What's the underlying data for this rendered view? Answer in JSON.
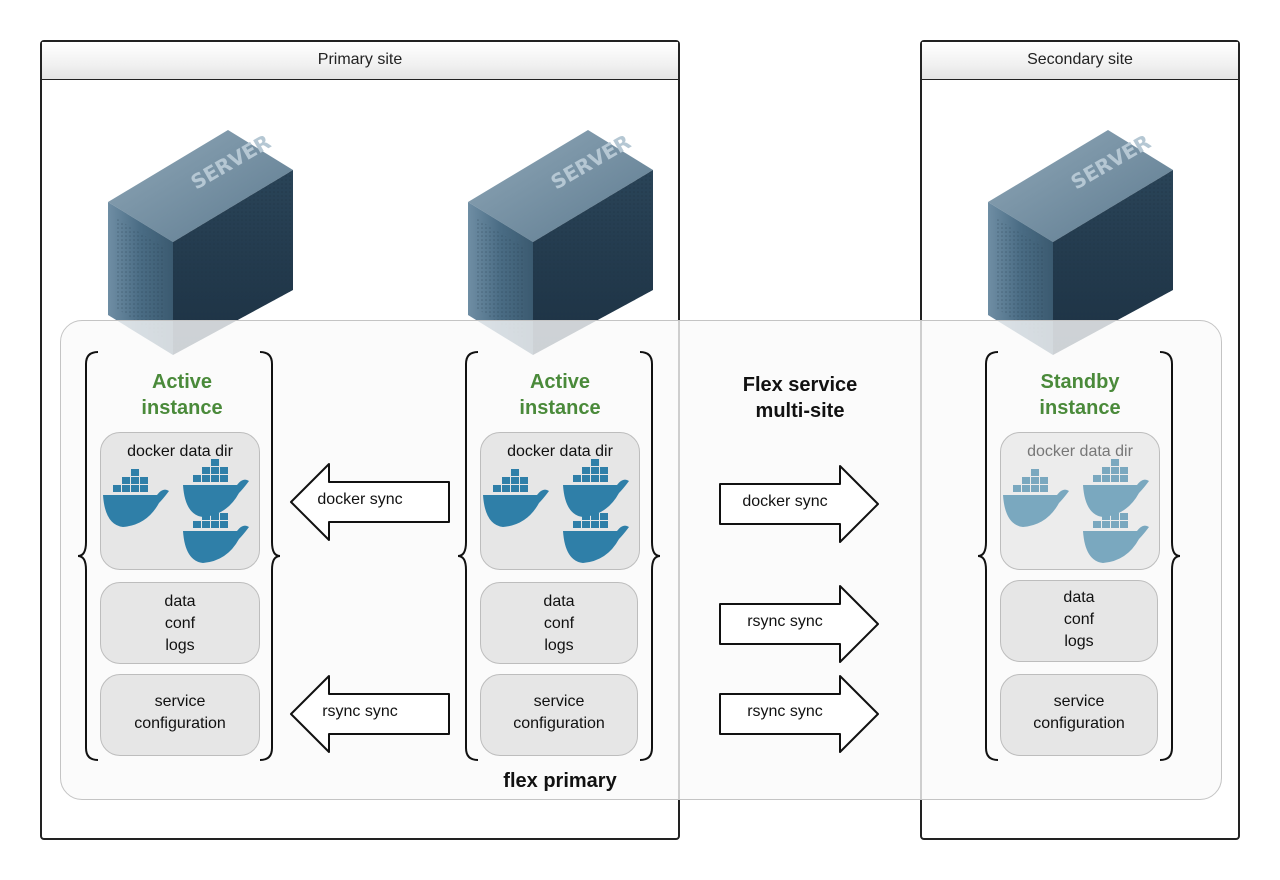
{
  "sites": {
    "primary": {
      "title": "Primary site"
    },
    "secondary": {
      "title": "Secondary site"
    }
  },
  "center": {
    "title_line1": "Flex service",
    "title_line2": "multi-site"
  },
  "group_label": "flex primary",
  "server_text": "SERVER",
  "instances": [
    {
      "title_line1": "Active",
      "title_line2": "instance",
      "docker_label": "docker data dir",
      "data_lines": [
        "data",
        "conf",
        "logs"
      ],
      "service_lines": [
        "service",
        "configuration"
      ]
    },
    {
      "title_line1": "Active",
      "title_line2": "instance",
      "docker_label": "docker data dir",
      "data_lines": [
        "data",
        "conf",
        "logs"
      ],
      "service_lines": [
        "service",
        "configuration"
      ]
    },
    {
      "title_line1": "Standby",
      "title_line2": "instance",
      "docker_label": "docker data dir",
      "data_lines": [
        "data",
        "conf",
        "logs"
      ],
      "service_lines": [
        "service",
        "configuration"
      ]
    }
  ],
  "arrows": {
    "left_docker": "docker sync",
    "left_rsync": "rsync sync",
    "right_docker": "docker sync",
    "right_rsync_1": "rsync sync",
    "right_rsync_2": "rsync sync"
  },
  "colors": {
    "instance_title": "#4a8a3a",
    "docker_whale": "#2f7fa8",
    "docker_whale_standby": "#7aa8bf",
    "server_body": "#2d4d63"
  }
}
